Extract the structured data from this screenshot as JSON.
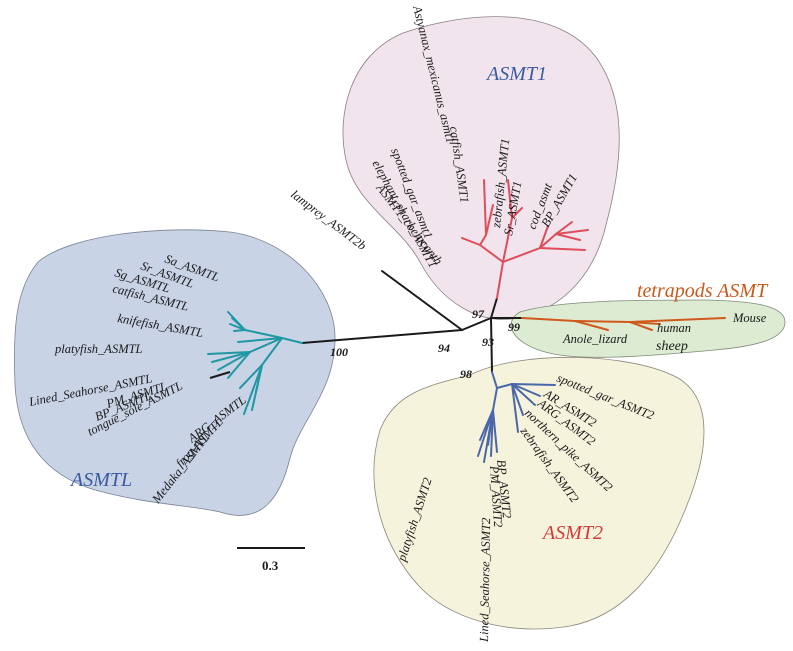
{
  "colors": {
    "asmt1_region": "#f2e4ec",
    "tetrapods_region": "#dcebd2",
    "asmt2_region": "#f6f3dd",
    "asmtl_region": "#c9d3e6",
    "asmt1_branch": "#dd4d5b",
    "tetrapods_branch": "#d05a1e",
    "asmt2_branch": "#4a67a8",
    "asmtl_branch": "#1f98a4",
    "backbone": "#1a1a1a",
    "asmt1_label": "#3a5ba0",
    "tetrapods_label": "#c95a1c",
    "asmt2_label": "#d23a3a",
    "asmtl_label": "#3a5ba0"
  },
  "clades": {
    "asmt1": "ASMT1",
    "tetrapods": "tetrapods ASMT",
    "asmt2": "ASMT2",
    "asmtl": "ASMTL"
  },
  "bootstrap": {
    "b97": "97",
    "b99": "99",
    "b93": "93",
    "b94": "94",
    "b98": "98",
    "b100": "100"
  },
  "scale_bar": "0.3",
  "taxa": {
    "asmt1": {
      "astyanax": "Astyanax_mexicanus_asmt1",
      "catfish": "catfish_ASMT1",
      "spotted_gar": "spotted_gar_asmt1",
      "elephant_shark": "elephant_shark_ASMT1",
      "coelacanth": "ASMT1_coelacanth",
      "zebrafish": "zebrafish_ASMT1",
      "sr": "Sr_ASMT1",
      "cod": "cod_asmt",
      "bp": "BP_ASMT1"
    },
    "lamprey": "lamprey_ASMT2b",
    "tetrapods": {
      "mouse": "Mouse",
      "human": "human",
      "sheep": "sheep",
      "anole": "Anole_lizard"
    },
    "asmt2": {
      "spotted_gar": "spotted_gar_ASMT2",
      "ar": "AR_ASMT2",
      "arg": "ARG_ASMT2",
      "northern_pike": "northern_pike_ASMT2",
      "zebrafish": "zebrafish_ASMT2",
      "bp": "BP_ASMT2",
      "pm": "PM_ASMT2",
      "lined_seahorse": "Lined_Seahorse_ASMT2",
      "platyfish": "platyfish_ASMT2"
    },
    "asmtl": {
      "sa": "Sa_ASMTL",
      "sr": "Sr_ASMTL",
      "sg": "Sg_ASMTL",
      "catfish": "catfish_ASMTL",
      "knifefish": "knifefish_ASMTL",
      "platyfish": "platyfish_ASMTL",
      "lined_seahorse": "Lined_Seahorse_ASMTL",
      "pm": "PM_ASMTL",
      "bp": "BP_ASMTL",
      "tongue_sole": "tongue_sole_ASMTL",
      "arg": "ARG_ASMTL",
      "frog": "frog-ASMTL",
      "medaka": "Medaka_ASMTL"
    }
  }
}
